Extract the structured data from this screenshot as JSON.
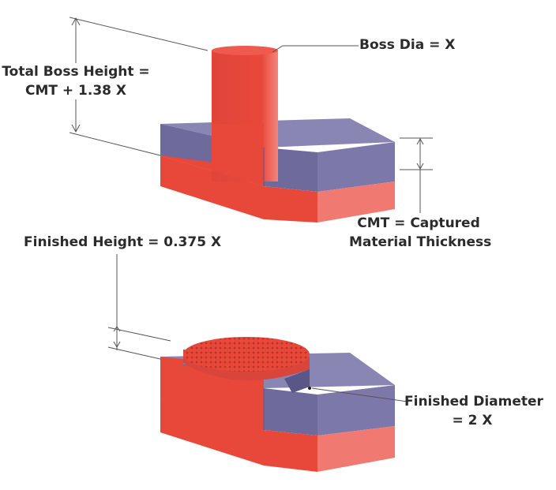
{
  "labels": {
    "boss_dia": "Boss Dia = X",
    "total_boss_height_line1": "Total Boss Height =",
    "total_boss_height_line2": "CMT + 1.38 X",
    "cmt_line1": "CMT = Captured",
    "cmt_line2": "Material Thickness",
    "finished_height": "Finished Height =  0.375  X",
    "finished_diameter_line1": "Finished Diameter",
    "finished_diameter_line2": "= 2 X"
  },
  "colors": {
    "red_front": "#e8483a",
    "red_side": "#f07a72",
    "blue_front": "#6e6a9c",
    "blue_top": "#8a86b4",
    "blue_side": "#7c78aa",
    "dimension_line": "#555555"
  }
}
